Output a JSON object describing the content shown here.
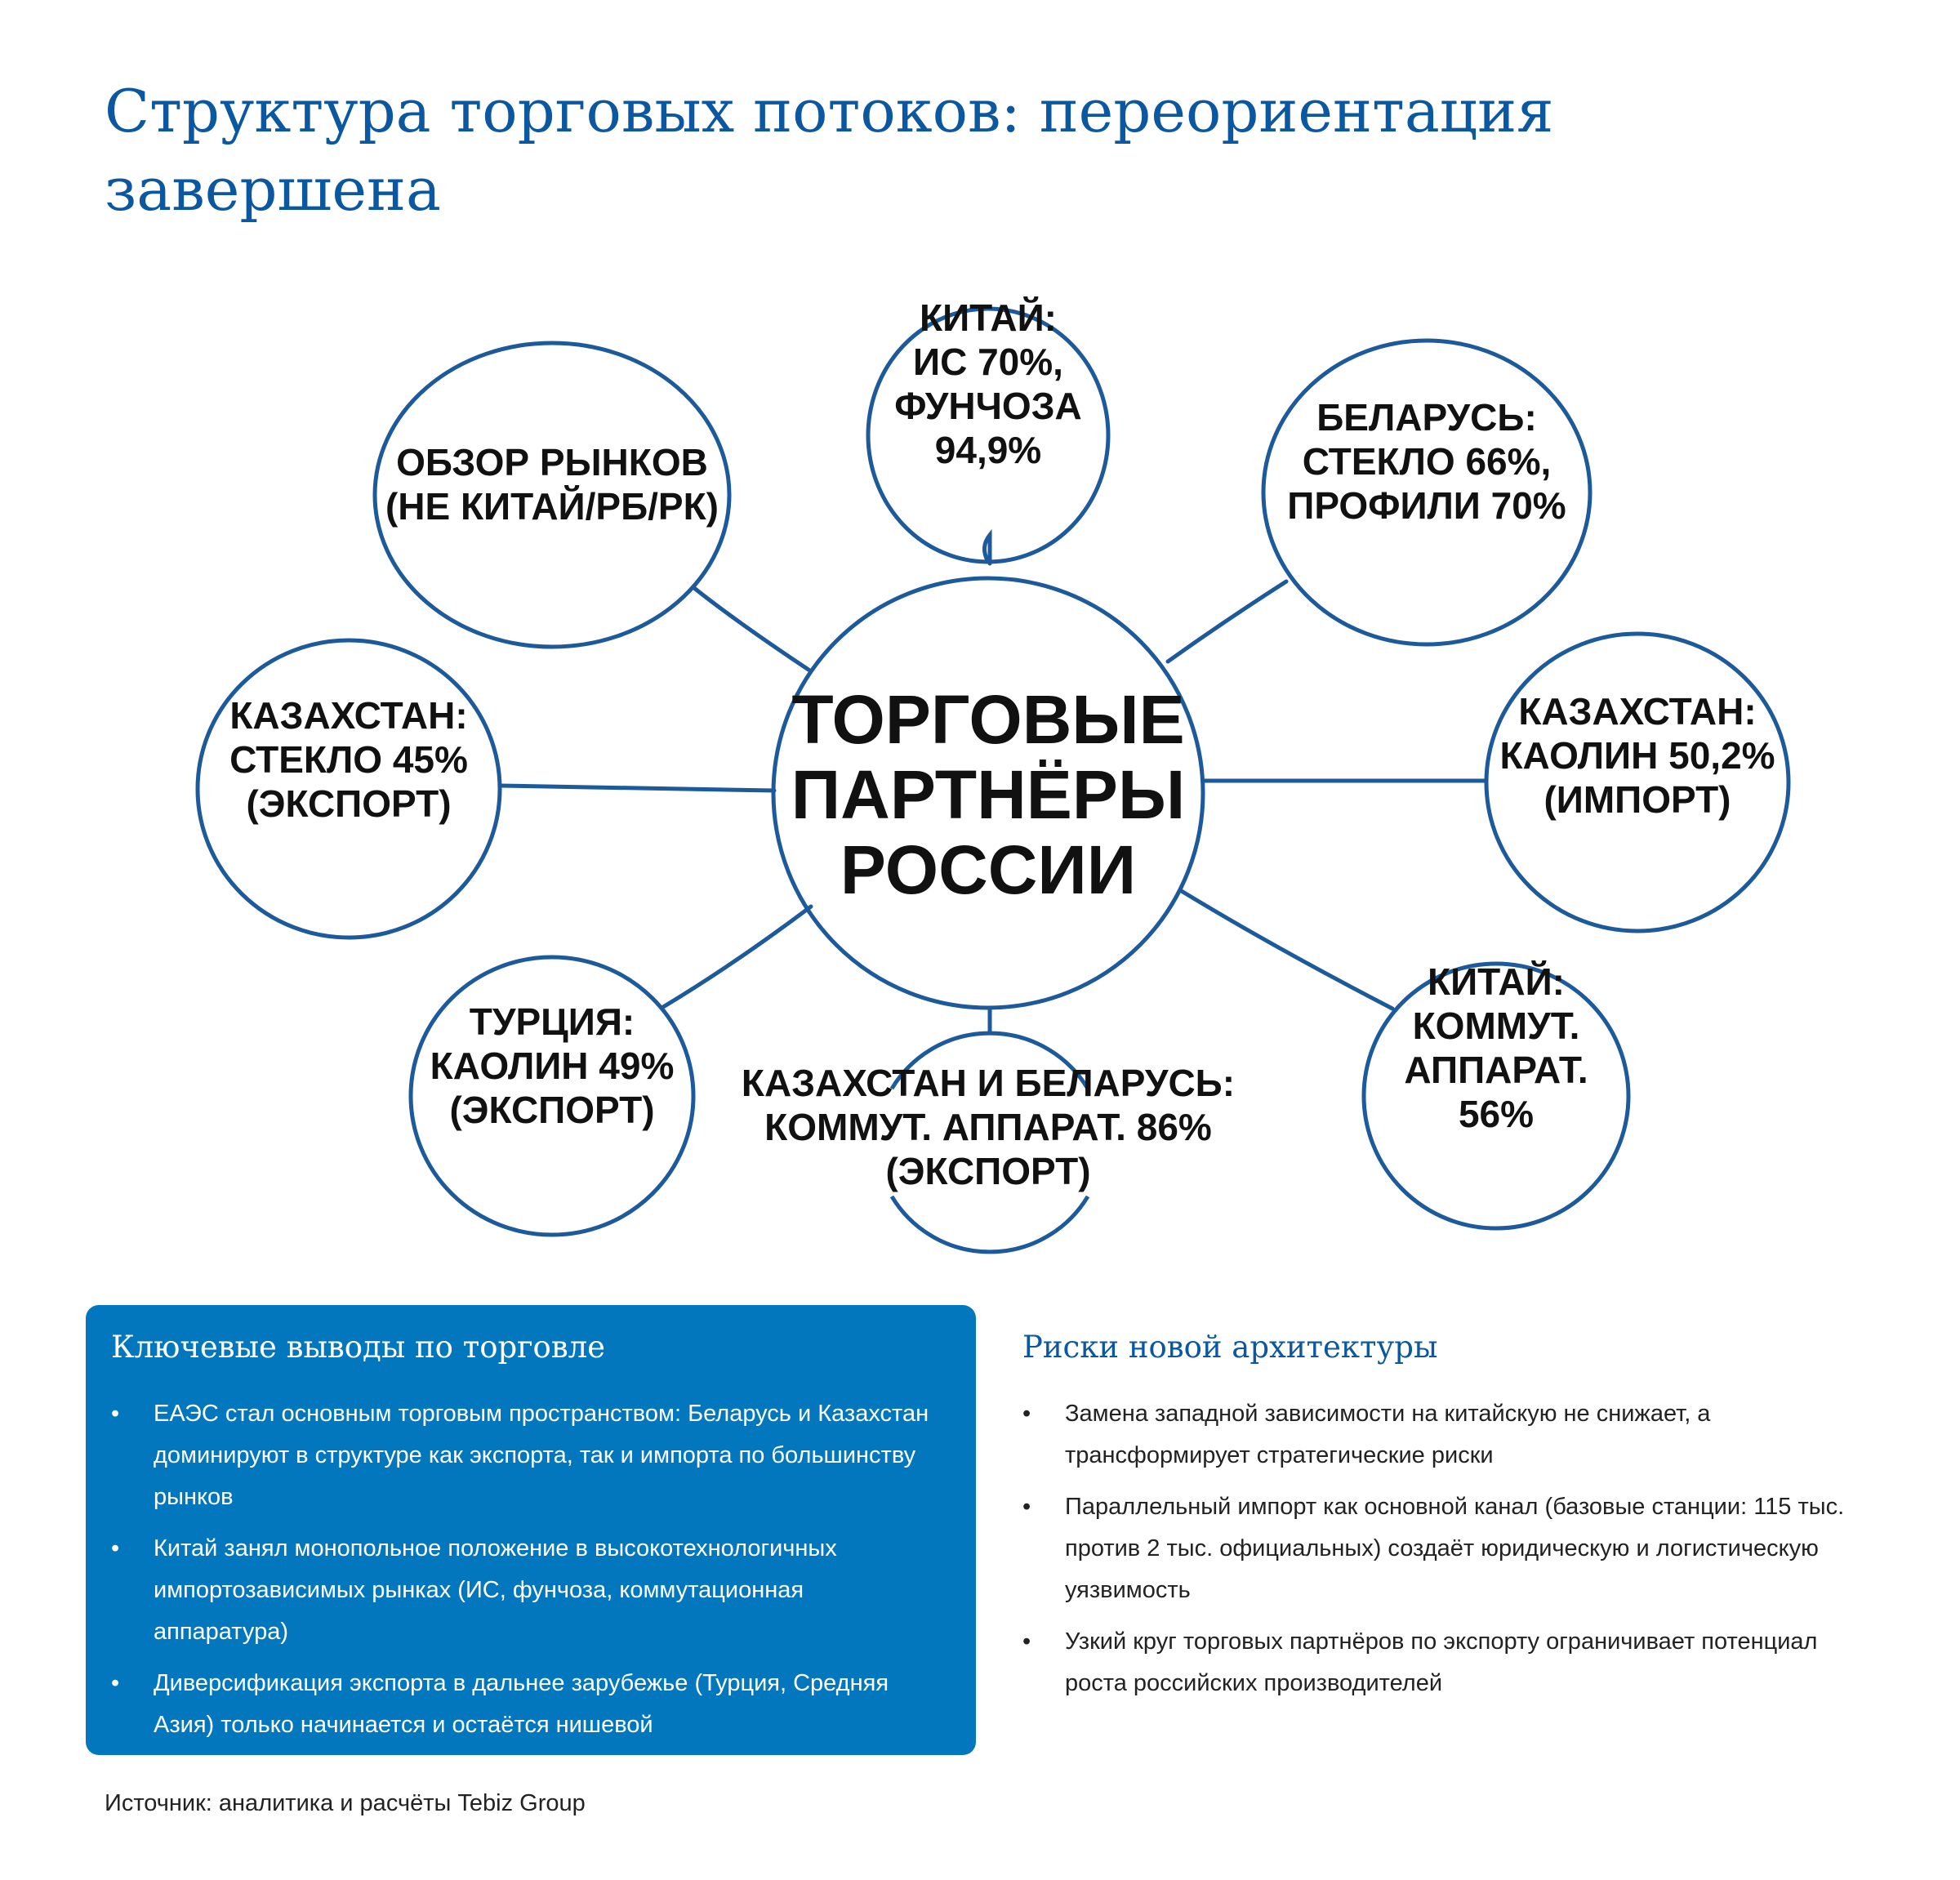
{
  "title": "Структура торговых потоков: переориентация завершена",
  "diagram": {
    "center": [
      "ТОРГОВЫЕ",
      "ПАРТНЁРЫ",
      "РОССИИ"
    ],
    "nodes": [
      {
        "lines": [
          "ОБЗОР РЫНКОВ",
          "(НЕ КИТАЙ/РБ/РК)"
        ]
      },
      {
        "lines": [
          "КИТАЙ:",
          "ИС 70%,",
          "ФУНЧОЗА",
          "94,9%"
        ]
      },
      {
        "lines": [
          "БЕЛАРУСЬ:",
          "СТЕКЛО 66%,",
          "ПРОФИЛИ 70%"
        ]
      },
      {
        "lines": [
          "КАЗАХСТАН:",
          "СТЕКЛО 45%",
          "(ЭКСПОРТ)"
        ]
      },
      {
        "lines": [
          "КАЗАХСТАН:",
          "КАОЛИН 50,2%",
          "(ИМПОРТ)"
        ]
      },
      {
        "lines": [
          "ТУРЦИЯ:",
          "КАОЛИН 49%",
          "(ЭКСПОРТ)"
        ]
      },
      {
        "lines": [
          "КАЗАХСТАН И БЕЛАРУСЬ:",
          "КОММУТ. АППАРАТ. 86%",
          "(ЭКСПОРТ)"
        ]
      },
      {
        "lines": [
          "КИТАЙ:",
          "КОММУТ.",
          "АППАРАТ.",
          "56%"
        ]
      }
    ],
    "stroke_color": "#1d5a9c"
  },
  "findings": {
    "heading": "Ключевые выводы по торговле",
    "items": [
      "ЕАЭС стал основным торговым пространством: Беларусь и Казахстан доминируют в структуре как экспорта, так и импорта по большинству рынков",
      "Китай занял монопольное положение в высокотехнологичных импортозависимых рынках (ИС, фунчоза, коммутационная аппаратура)",
      "Диверсификация экспорта в дальнее зарубежье (Турция, Средняя Азия) только начинается и остаётся нишевой"
    ],
    "background": "#0277bd"
  },
  "risks": {
    "heading": "Риски новой архитектуры",
    "items": [
      "Замена западной зависимости на китайскую не снижает, а трансформирует стратегические риски",
      "Параллельный импорт как основной канал (базовые станции: 115 тыс. против 2 тыс. официальных) создаёт юридическую и логистическую уязвимость",
      "Узкий круг торговых партнёров по экспорту ограничивает потенциал роста российских производителей"
    ]
  },
  "source": "Источник: аналитика и расчёты Tebiz Group",
  "colors": {
    "heading": "#0b57a0"
  }
}
